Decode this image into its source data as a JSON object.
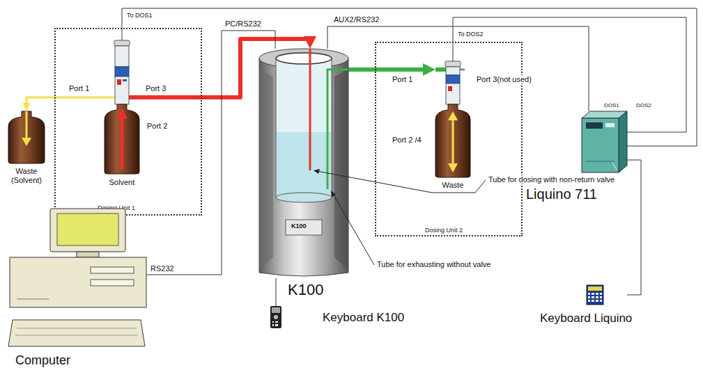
{
  "diagram": {
    "nodes": [
      {
        "text": [
          "Dosing Unit 1"
        ]
      },
      {
        "text": [
          "Waste (Solvent)"
        ]
      },
      {
        "text": [
          "Solvent"
        ],
        "in": 0
      },
      {
        "text": [
          "K100",
          "K100"
        ]
      },
      {
        "text": [
          "Dosing Unit 2"
        ]
      },
      {
        "text": [
          "Waste"
        ],
        "in": 4
      },
      {
        "text": [
          "Liquino 711"
        ]
      },
      {
        "text": [
          "Computer"
        ]
      },
      {
        "text": [
          "Keyboard K100"
        ]
      },
      {
        "text": [
          "Keyboard Liquino"
        ]
      }
    ],
    "edges": [
      {
        "from": 2,
        "to": 3,
        "arrow": "to"
      },
      {
        "from": 3,
        "to": 5,
        "arrow": "to"
      },
      {
        "from": 2,
        "to": 1,
        "arrow": "to"
      },
      {
        "from": 7,
        "to": 3,
        "arrow": "none",
        "label": "PC/RS232"
      },
      {
        "from": 3,
        "to": 6,
        "arrow": "none",
        "label": "AUX2/RS232"
      },
      {
        "from": 2,
        "to": 6,
        "arrow": "none",
        "label": "To DOS1"
      },
      {
        "from": 5,
        "to": 6,
        "arrow": "none",
        "label": "To DOS2"
      },
      {
        "from": 8,
        "to": 3,
        "arrow": "none"
      },
      {
        "from": 9,
        "to": 6,
        "arrow": "none"
      }
    ],
    "labels": [
      "Port 1",
      "Port 3",
      "Port 2",
      "Port 1",
      "Port 3(not used)",
      "Port 2 /4",
      "Tube for dosing with non-return valve",
      "Tube for exhausting without valve",
      "RS232",
      "DOS1",
      "DOS2"
    ]
  }
}
